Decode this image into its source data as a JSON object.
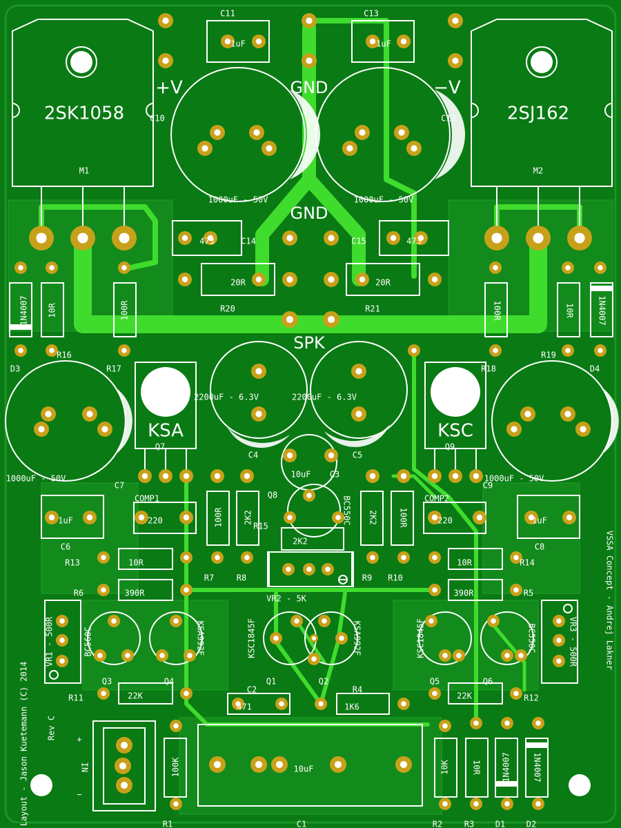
{
  "colors": {
    "board": "#0a7a14",
    "board_light": "#138a1c",
    "trace": "#3fdc2e",
    "pad": "#c8a11a",
    "silk": "#ffffff"
  },
  "big_labels": [
    {
      "id": "plus-v",
      "text": "+V"
    },
    {
      "id": "gnd-top",
      "text": "GND"
    },
    {
      "id": "minus-v",
      "text": "−V"
    },
    {
      "id": "gnd-mid",
      "text": "GND"
    },
    {
      "id": "spk",
      "text": "SPK"
    },
    {
      "id": "ksa",
      "text": "KSA"
    },
    {
      "id": "ksc",
      "text": "KSC"
    }
  ],
  "mosfets": [
    {
      "id": "m1",
      "part": "2SK1058",
      "ref": "M1"
    },
    {
      "id": "m2",
      "part": "2SJ162",
      "ref": "M2"
    }
  ],
  "labels": [
    "C11",
    "C13",
    "C10",
    "C12",
    "1uF",
    "1uF",
    "1000uF - 50V",
    "1000uF - 50V",
    "473",
    "473",
    "C14",
    "C15",
    "20R",
    "20R",
    "R20",
    "R21",
    "1N4007",
    "1N4007",
    "10R",
    "10R",
    "100R",
    "100R",
    "D3",
    "D4",
    "R16",
    "R17",
    "R18",
    "R19",
    "2200uF - 6.3V",
    "2200uF - 6.3V",
    "1000uF - 50V",
    "1000uF - 50V",
    "Q7",
    "Q9",
    "C4",
    "C5",
    "10uF",
    "C3",
    "C7",
    "C9",
    "COMP1",
    "COMP2",
    "220",
    "220",
    "1uF",
    "1uF",
    "100R",
    "2K2",
    "2K2",
    "100R",
    "Q8",
    "BC550C",
    "R15",
    "2K2",
    "C6",
    "C8",
    "R13",
    "10R",
    "R7",
    "R8",
    "R9",
    "R10",
    "10R",
    "R14",
    "R6",
    "390R",
    "VR2 - 5K",
    "390R",
    "R5",
    "VR1 - 500R",
    "BC560C",
    "KSA992F",
    "KSC1845F",
    "KSA992F",
    "KSC1845F",
    "BC550C",
    "VR3 - 500R",
    "Q3",
    "Q4",
    "Q1",
    "Q2",
    "Q5",
    "Q6",
    "R11",
    "22K",
    "C2",
    "471",
    "R4",
    "1K6",
    "22K",
    "R12",
    "100K",
    "10uF",
    "10K",
    "10R",
    "1N4007",
    "1N4007",
    "R1",
    "C1",
    "R2",
    "R3",
    "D1",
    "D2",
    "+",
    "−",
    "IN",
    "Rev C",
    "Layout - Jason Kuetemann  (C) 2014",
    "VSSA Concept - Andrej Lakner"
  ]
}
